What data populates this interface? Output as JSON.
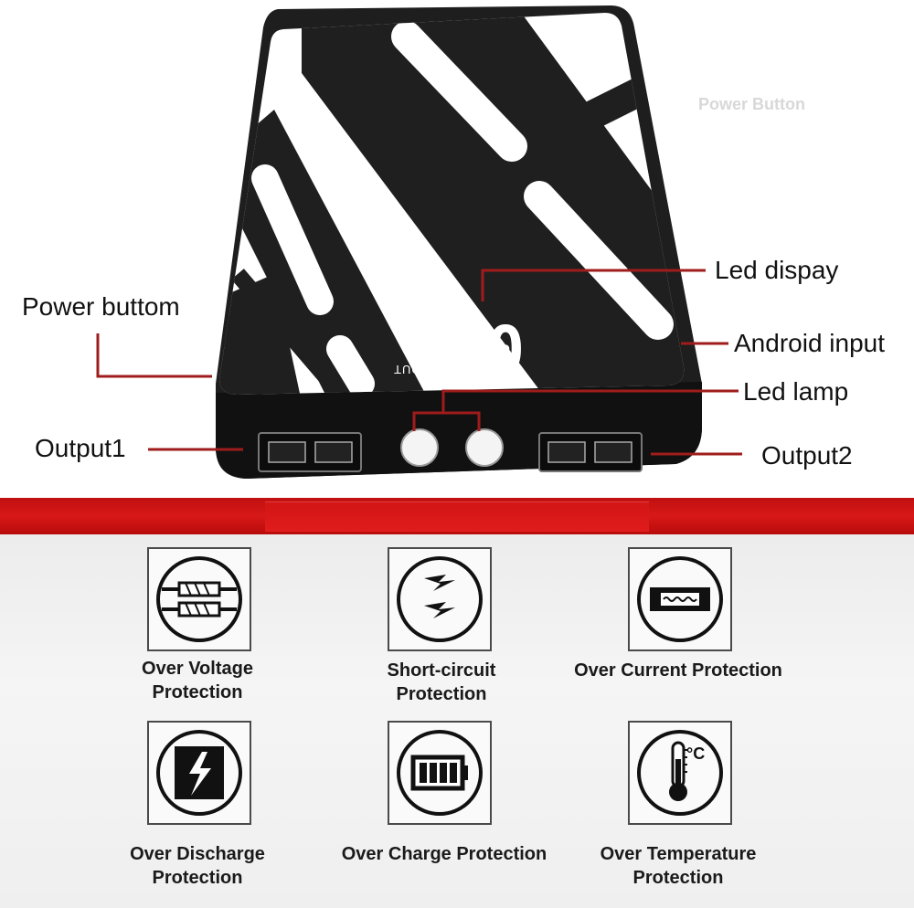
{
  "labels": {
    "power_button_left": "Power buttom",
    "led_display": "Led dispay",
    "android_input": "Android input",
    "led_lamp": "Led lamp",
    "output1": "Output1",
    "output2": "Output2"
  },
  "device": {
    "display_value": "00",
    "percent_sign": "%",
    "out_mark": "OUT"
  },
  "faded_text": {
    "power_button": "Power Button"
  },
  "colors": {
    "accent_red": "#c01010",
    "leader_line": "#a01c1c",
    "device_body": "#1e1e1e"
  },
  "features": [
    {
      "label_line1": "Over Voltage",
      "label_line2": "Protection",
      "icon": "resistor-icon"
    },
    {
      "label_line1": "Short-circuit",
      "label_line2": "Protection",
      "icon": "lightning-bolts-icon"
    },
    {
      "label_line1": "Over Current Protection",
      "label_line2": "",
      "icon": "fuse-icon"
    },
    {
      "label_line1": "Over Discharge",
      "label_line2": "Protection",
      "icon": "lightning-square-icon"
    },
    {
      "label_line1": "Over Charge Protection",
      "label_line2": "",
      "icon": "battery-icon"
    },
    {
      "label_line1": "Over Temperature",
      "label_line2": "Protection",
      "icon": "thermometer-icon"
    }
  ],
  "temperature_unit": "°C"
}
